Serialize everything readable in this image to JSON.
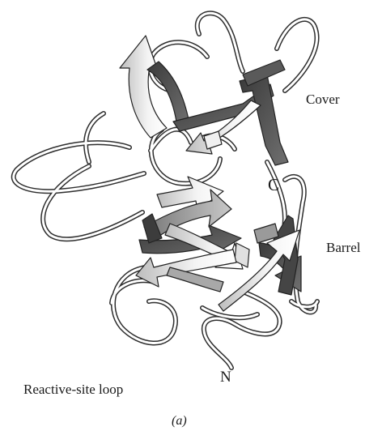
{
  "figure": {
    "labels": {
      "cover": "Cover",
      "c_terminus": "C",
      "barrel": "Barrel",
      "n_terminus": "N",
      "reactive_site_loop": "Reactive-site loop"
    },
    "panel_label": "(a)",
    "colors": {
      "coil_outline": "#2e2e2e",
      "coil_fill": "#ffffff",
      "strand_dark": "#4a4a4a",
      "strand_medium": "#8f8f8f",
      "strand_light": "#e8e8e8"
    }
  }
}
